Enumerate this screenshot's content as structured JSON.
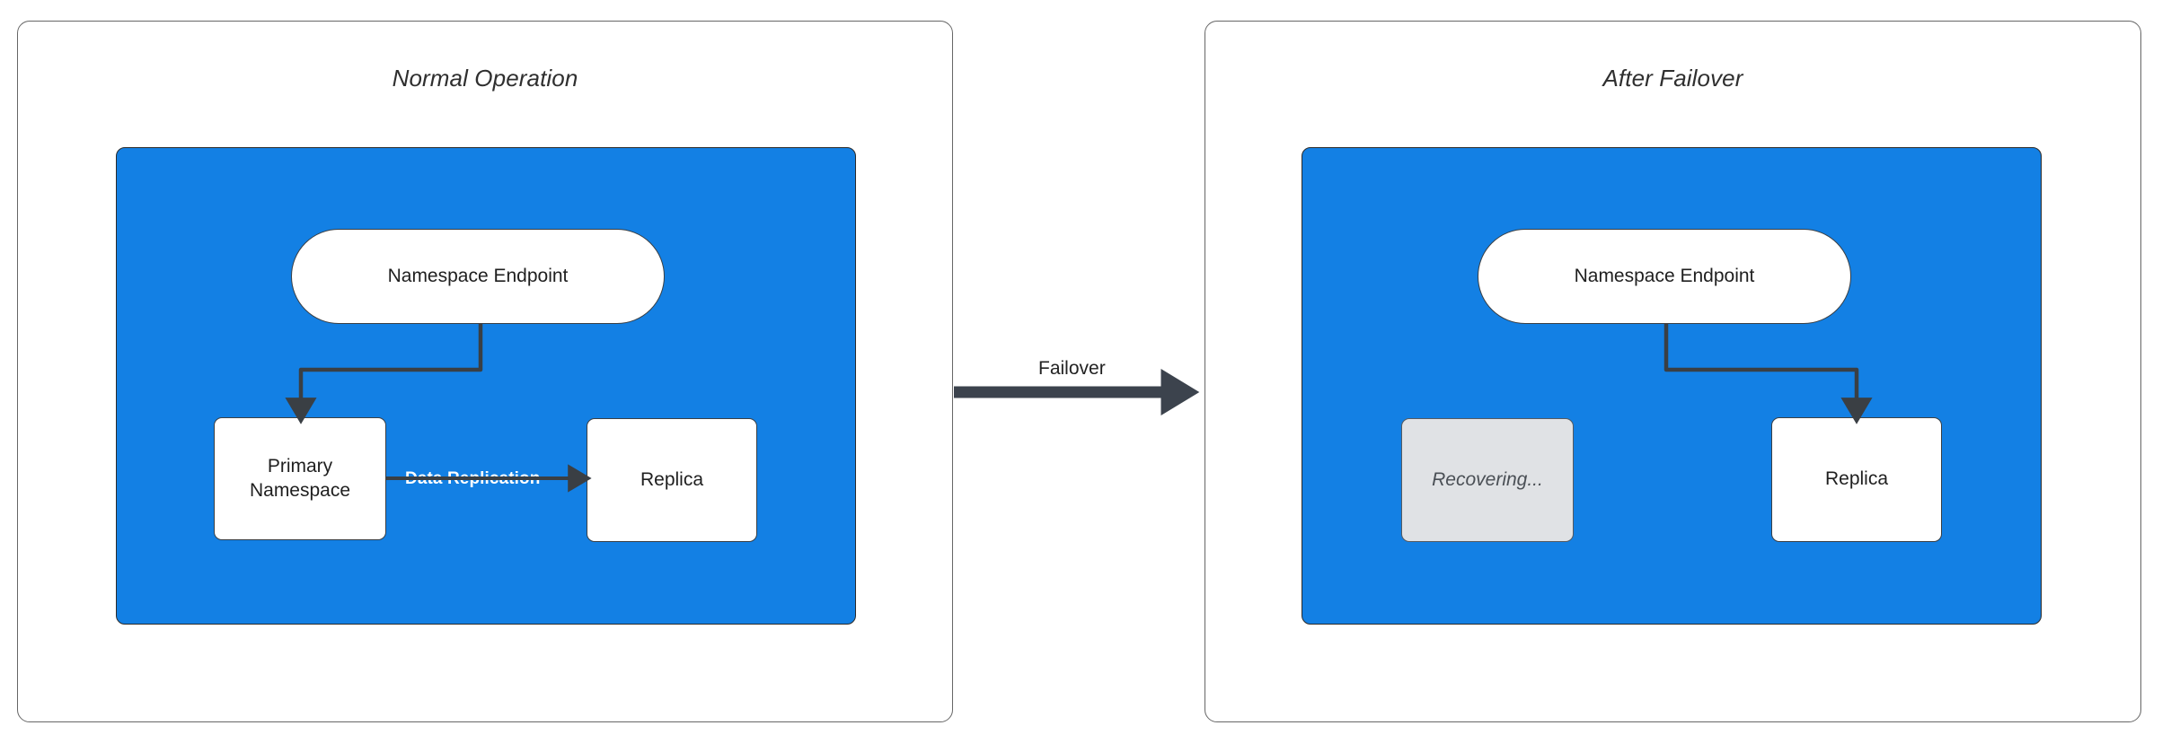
{
  "diagram": {
    "title_left": "Normal Operation",
    "title_right": "After Failover",
    "transition_label": "Failover",
    "colors": {
      "region_blue": "#1380E4",
      "node_white": "#FFFFFF",
      "node_muted_gray": "#E0E2E5",
      "stroke_dark": "#3A3F44",
      "panel_border": "#666666",
      "label_white": "#FFFFFF",
      "title_text": "#2F2F2F"
    }
  },
  "left_panel": {
    "title": "Normal Operation",
    "endpoint": {
      "label": "Namespace Endpoint"
    },
    "primary": {
      "label": "Primary\nNamespace",
      "line1": "Primary",
      "line2": "Namespace"
    },
    "replica": {
      "label": "Replica"
    },
    "replication_edge": {
      "label": "Data Replication"
    }
  },
  "right_panel": {
    "title": "After Failover",
    "endpoint": {
      "label": "Namespace Endpoint"
    },
    "recovering": {
      "label": "Recovering..."
    },
    "replica": {
      "label": "Replica"
    }
  },
  "transition": {
    "label": "Failover"
  }
}
